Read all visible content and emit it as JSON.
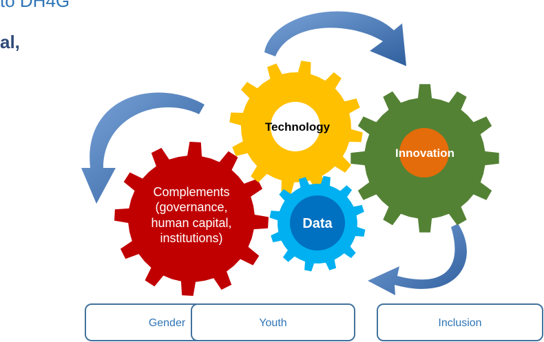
{
  "header": {
    "title_fragment": "to DH4G",
    "subtitle_fragment": "al,"
  },
  "gears": {
    "technology": {
      "label": "Technology",
      "color": "#ffc000",
      "hub": "#ffffff"
    },
    "innovation": {
      "label": "Innovation",
      "color": "#548235",
      "hub": "#e46c0a"
    },
    "complements": {
      "lines": [
        "Complements",
        "(governance,",
        "human capital,",
        "institutions)"
      ],
      "color": "#c00000"
    },
    "data": {
      "label": "Data",
      "color": "#00b0f0",
      "hub": "#0070c0"
    }
  },
  "arrows": {
    "color": "#4a7ebb",
    "icon": "curved-arrow"
  },
  "boxes": {
    "gender": "Gender",
    "youth": "Youth",
    "inclusion": "Inclusion"
  }
}
